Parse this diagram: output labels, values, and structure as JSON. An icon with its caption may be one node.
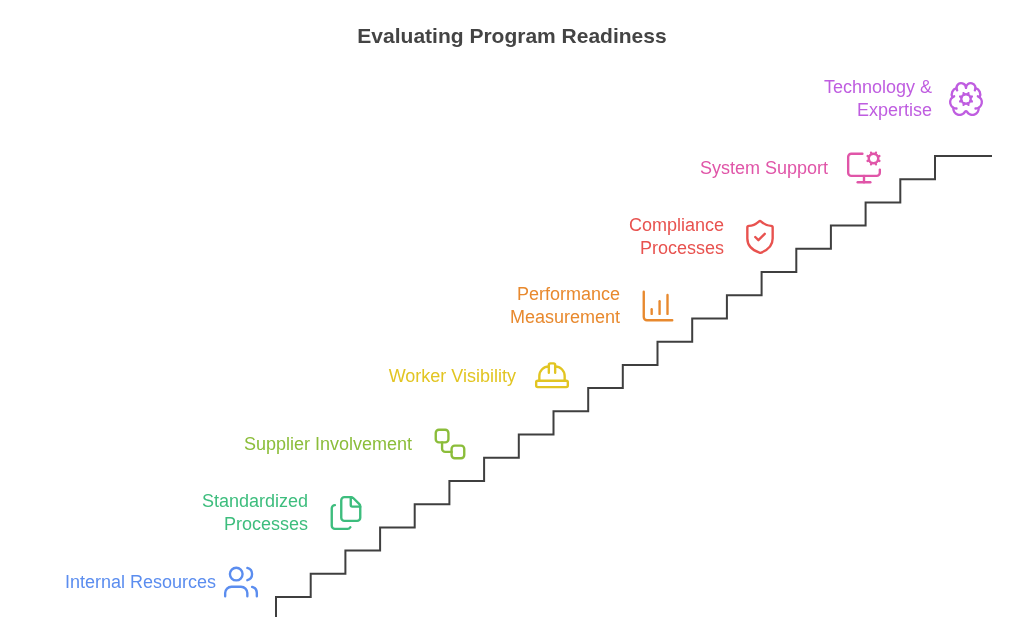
{
  "diagram": {
    "title": "Evaluating Program Readiness",
    "labels": [
      "Internal Resources",
      "Standardized Processes",
      "Supplier Involvement",
      "Worker Visibility",
      "Performance Measurement",
      "Compliance Processes",
      "System Support",
      "Technology & Expertise"
    ]
  }
}
